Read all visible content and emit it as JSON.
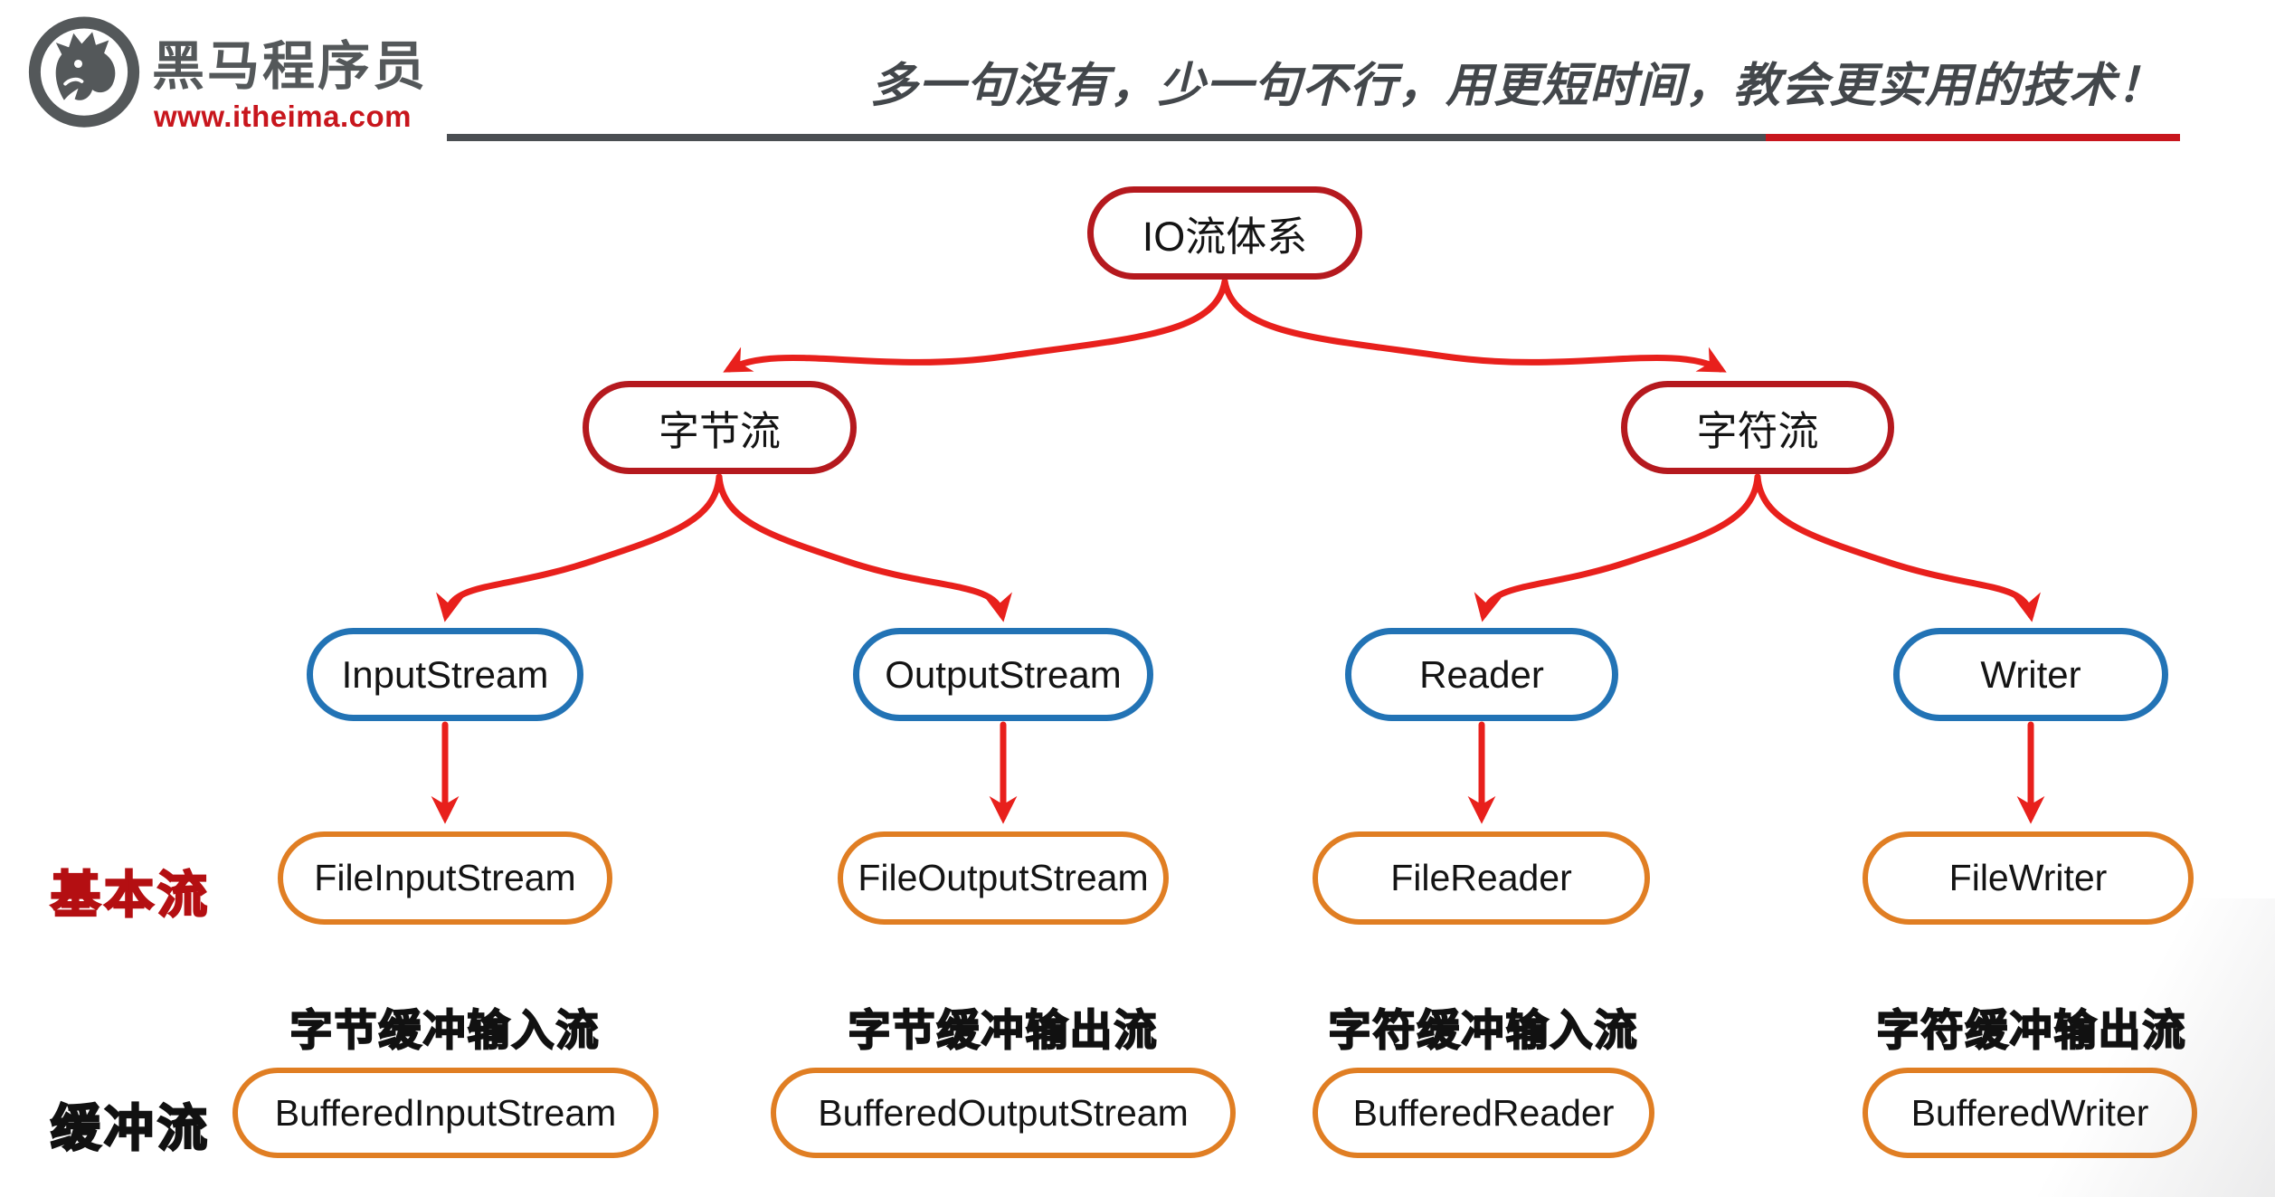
{
  "header": {
    "brand_name": "黑马程序员",
    "brand_url": "www.itheima.com",
    "slogan": "多一句没有，少一句不行，用更短时间，教会更实用的技术！"
  },
  "colors": {
    "crimson": "#b5191e",
    "blue": "#2273b5",
    "orange": "#e07e23",
    "arrow": "#e8201c",
    "label-red": "#b40f12",
    "ink": "#141414",
    "brand-gray": "#54585a",
    "brand-red": "#c8161d",
    "line-gray": "#4a4e52"
  },
  "diagram": {
    "root": {
      "label": "IO流体系"
    },
    "branches": [
      {
        "label": "字节流"
      },
      {
        "label": "字符流"
      }
    ],
    "abstract_nodes": [
      {
        "label": "InputStream"
      },
      {
        "label": "OutputStream"
      },
      {
        "label": "Reader"
      },
      {
        "label": "Writer"
      }
    ],
    "basic_row": {
      "label": "基本流",
      "nodes": [
        {
          "label": "FileInputStream"
        },
        {
          "label": "FileOutputStream"
        },
        {
          "label": "FileReader"
        },
        {
          "label": "FileWriter"
        }
      ]
    },
    "buffered_row": {
      "label": "缓冲流",
      "headers": [
        {
          "label": "字节缓冲输入流"
        },
        {
          "label": "字节缓冲输出流"
        },
        {
          "label": "字符缓冲输入流"
        },
        {
          "label": "字符缓冲输出流"
        }
      ],
      "nodes": [
        {
          "label": "BufferedInputStream"
        },
        {
          "label": "BufferedOutputStream"
        },
        {
          "label": "BufferedReader"
        },
        {
          "label": "BufferedWriter"
        }
      ]
    }
  }
}
